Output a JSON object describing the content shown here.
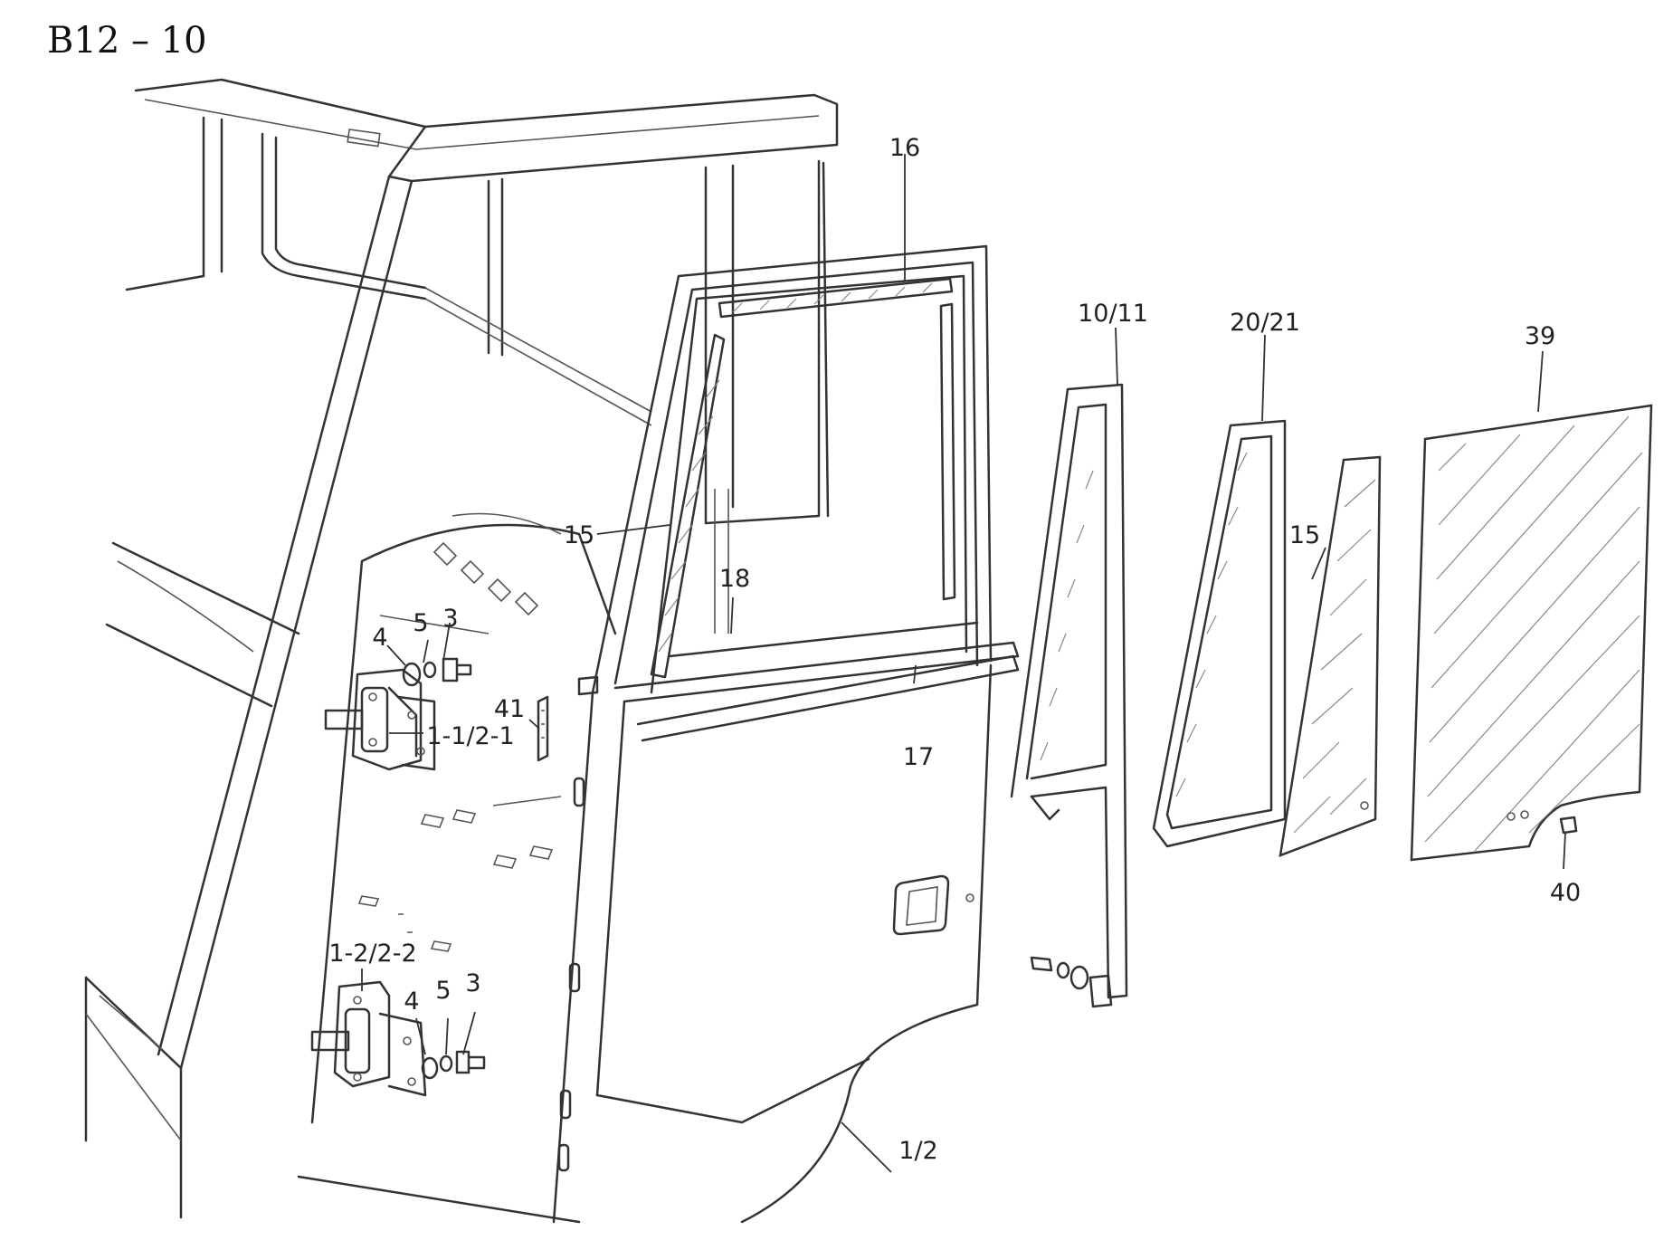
{
  "title": "B12 – 10",
  "labels": {
    "p16": "16",
    "p10_11": "10/11",
    "p20_21": "20/21",
    "p39": "39",
    "p15_left": "15",
    "p15_right": "15",
    "p18": "18",
    "p3_top": "3",
    "p4_top": "4",
    "p5_top": "5",
    "p41": "41",
    "p1_1_2_1": "1-1/2-1",
    "p17": "17",
    "p40": "40",
    "p1_2_2_2": "1-2/2-2",
    "p3_bottom": "3",
    "p4_bottom": "4",
    "p5_bottom": "5",
    "p1_2": "1/2"
  }
}
